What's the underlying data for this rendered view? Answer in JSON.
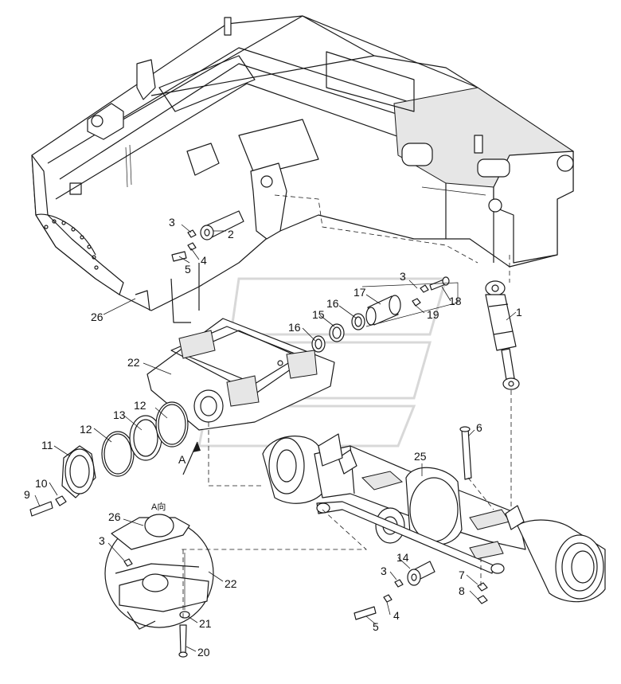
{
  "view_label": "A向",
  "arrow_label": "A",
  "callouts": [
    "1",
    "2",
    "3",
    "4",
    "5",
    "6",
    "7",
    "8",
    "9",
    "10",
    "11",
    "12",
    "13",
    "14",
    "15",
    "16",
    "17",
    "18",
    "19",
    "20",
    "21",
    "22",
    "25",
    "26"
  ]
}
